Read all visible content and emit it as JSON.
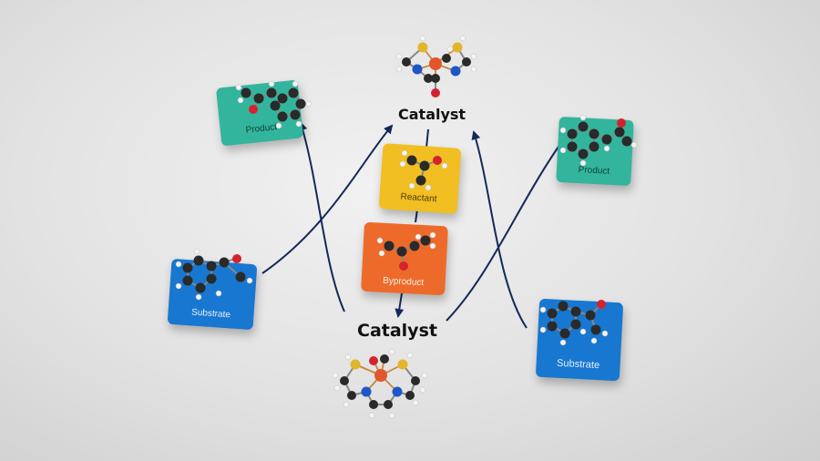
{
  "labels": {
    "catalyst_top": "Catalyst",
    "catalyst_bottom": "Catalyst",
    "reactant": "Reactant",
    "byproduct": "Byproduct",
    "product_left": "Product",
    "product_right": "Product",
    "substrate_left": "Substrate",
    "substrate_right": "Substrate"
  },
  "colors": {
    "product": "#33b59d",
    "substrate": "#1877d0",
    "reactant": "#f1bf22",
    "byproduct": "#ee6a2b",
    "arrow": "#14285a",
    "carbon": "#2a2a2a",
    "oxygen": "#d4232f",
    "nitrogen": "#1f56c8",
    "sulfur": "#e2b52a",
    "metal": "#e2562b",
    "hydrogen": "#f4f4f4"
  }
}
